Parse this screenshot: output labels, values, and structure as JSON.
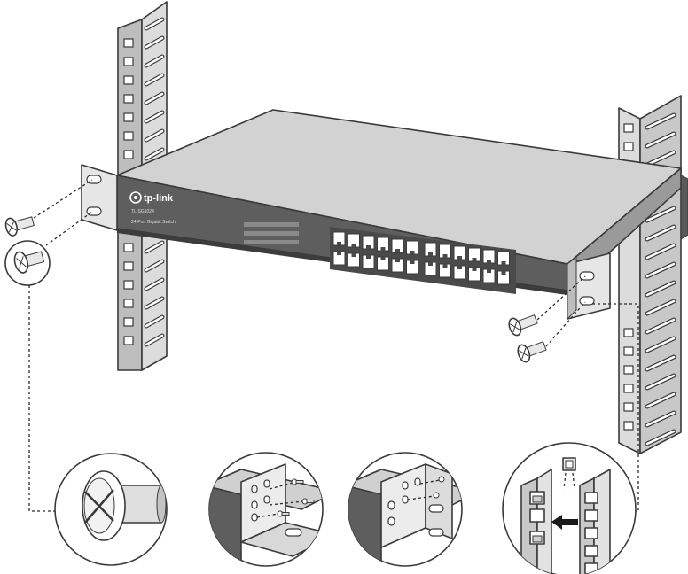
{
  "switch": {
    "brand": "tp-link",
    "model_line": "TL-SG1024",
    "description_line": "24-Port Gigabit Switch"
  },
  "colors": {
    "rack_fill": "#cfcfcf",
    "switch_top": "#d2d2d2",
    "switch_front": "#5e5e5e",
    "outline": "#3a3a3a",
    "arrow": "#1a1a1a"
  },
  "port_count": 24,
  "detail_views": [
    {
      "name": "screw-closeup",
      "icon": "screw-icon"
    },
    {
      "name": "bracket-attach-step",
      "icon": "bracket-icon"
    },
    {
      "name": "bracket-attached",
      "icon": "bracket-icon"
    },
    {
      "name": "cage-nut-insert",
      "icon": "cage-nut-icon"
    }
  ]
}
